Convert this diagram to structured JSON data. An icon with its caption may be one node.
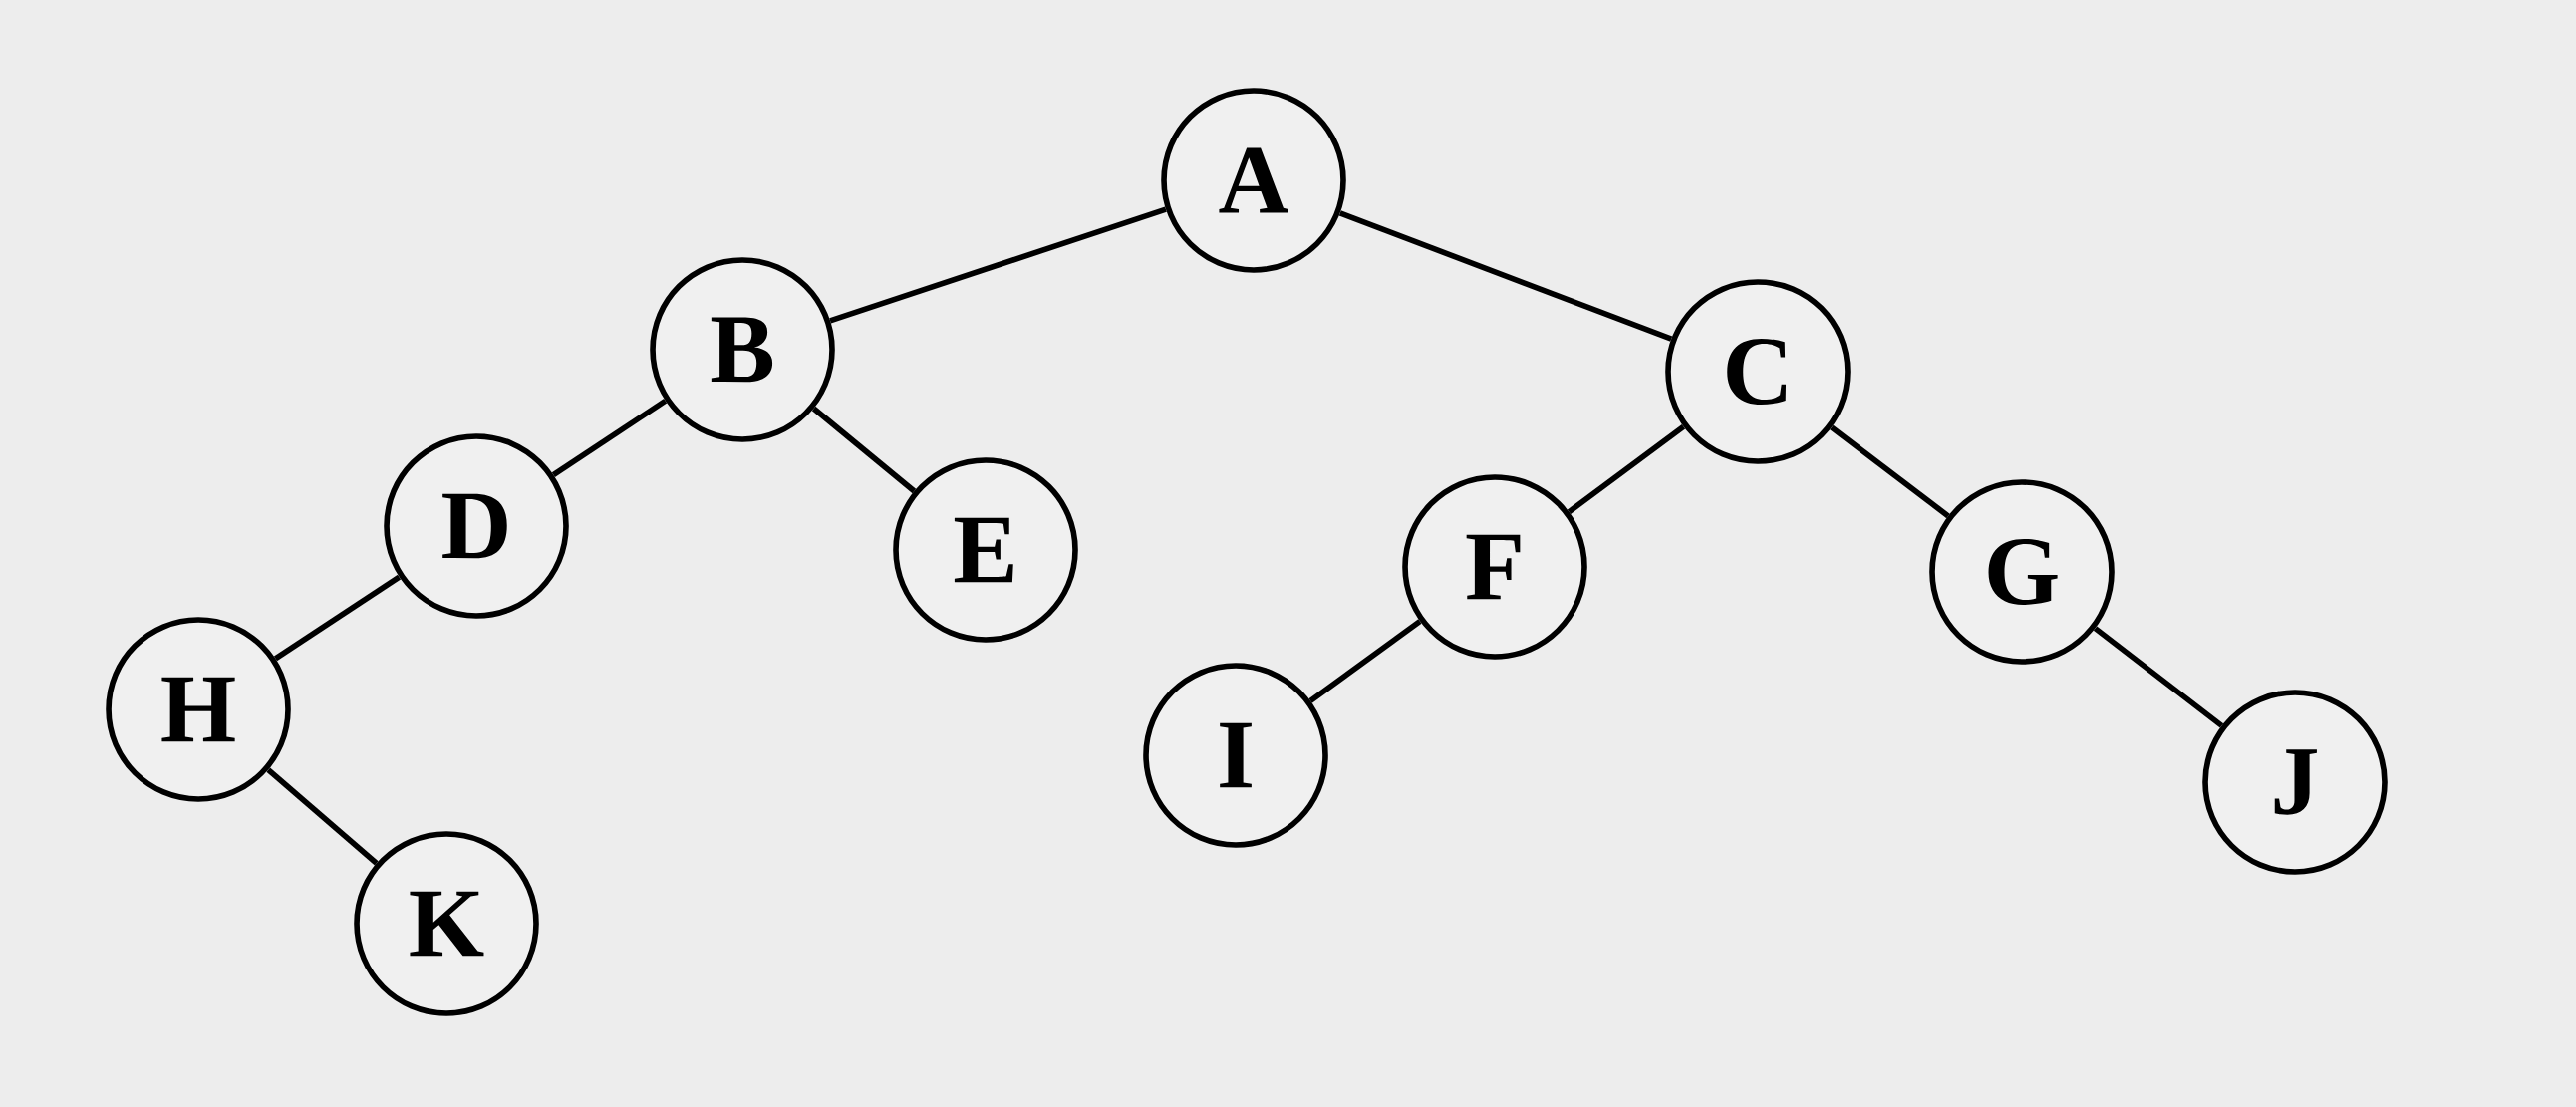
{
  "diagram": {
    "nodes": [
      {
        "text": [
          "A"
        ]
      },
      {
        "text": [
          "B"
        ]
      },
      {
        "text": [
          "C"
        ]
      },
      {
        "text": [
          "D"
        ]
      },
      {
        "text": [
          "E"
        ]
      },
      {
        "text": [
          "F"
        ]
      },
      {
        "text": [
          "G"
        ]
      },
      {
        "text": [
          "H"
        ]
      },
      {
        "text": [
          "I"
        ]
      },
      {
        "text": [
          "J"
        ]
      },
      {
        "text": [
          "K"
        ]
      }
    ],
    "edges": [
      {
        "from": 0,
        "to": 1,
        "arrow": "none"
      },
      {
        "from": 0,
        "to": 2,
        "arrow": "none"
      },
      {
        "from": 1,
        "to": 3,
        "arrow": "none"
      },
      {
        "from": 1,
        "to": 4,
        "arrow": "none"
      },
      {
        "from": 2,
        "to": 5,
        "arrow": "none"
      },
      {
        "from": 2,
        "to": 6,
        "arrow": "none"
      },
      {
        "from": 3,
        "to": 7,
        "arrow": "none"
      },
      {
        "from": 5,
        "to": 8,
        "arrow": "none"
      },
      {
        "from": 6,
        "to": 9,
        "arrow": "none"
      },
      {
        "from": 7,
        "to": 10,
        "arrow": "none"
      }
    ]
  }
}
